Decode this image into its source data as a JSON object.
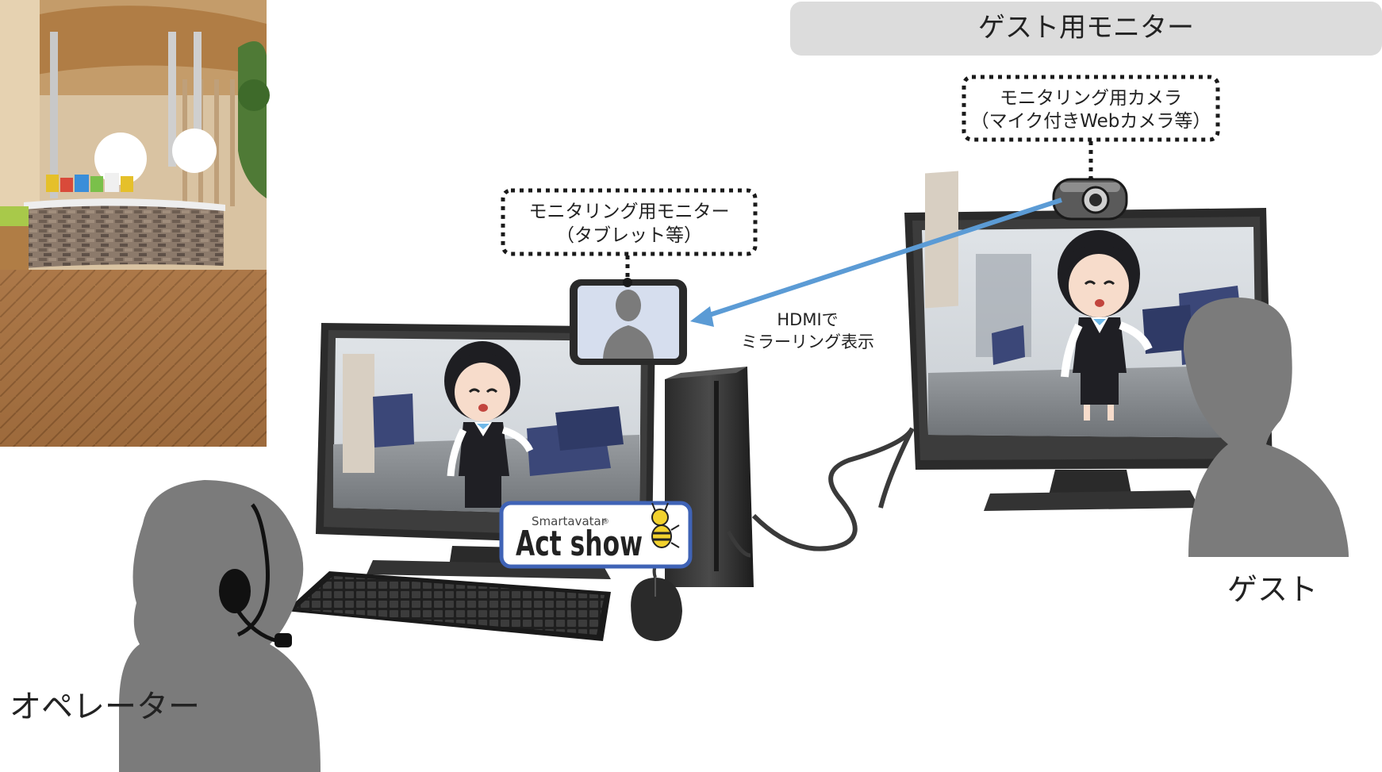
{
  "header": {
    "title": "ゲスト用モニター"
  },
  "callouts": {
    "monitoring_camera": {
      "line1": "モニタリング用カメラ",
      "line2": "（マイク付きWebカメラ等）"
    },
    "monitoring_monitor": {
      "line1": "モニタリング用モニター",
      "line2": "（タブレット等）"
    }
  },
  "connection": {
    "line1": "HDMIで",
    "line2": "ミラーリング表示"
  },
  "logo": {
    "small": "Smartavatar",
    "registered": "®",
    "main": "Act show"
  },
  "people": {
    "guest": "ゲスト",
    "operator": "オペレーター"
  },
  "colors": {
    "silhouette": "#7b7b7b",
    "header_band": "#dcdcdc",
    "arrow": "#5b9bd5",
    "logo_border": "#3f63b6",
    "dotted_border": "#1a1a1a"
  }
}
